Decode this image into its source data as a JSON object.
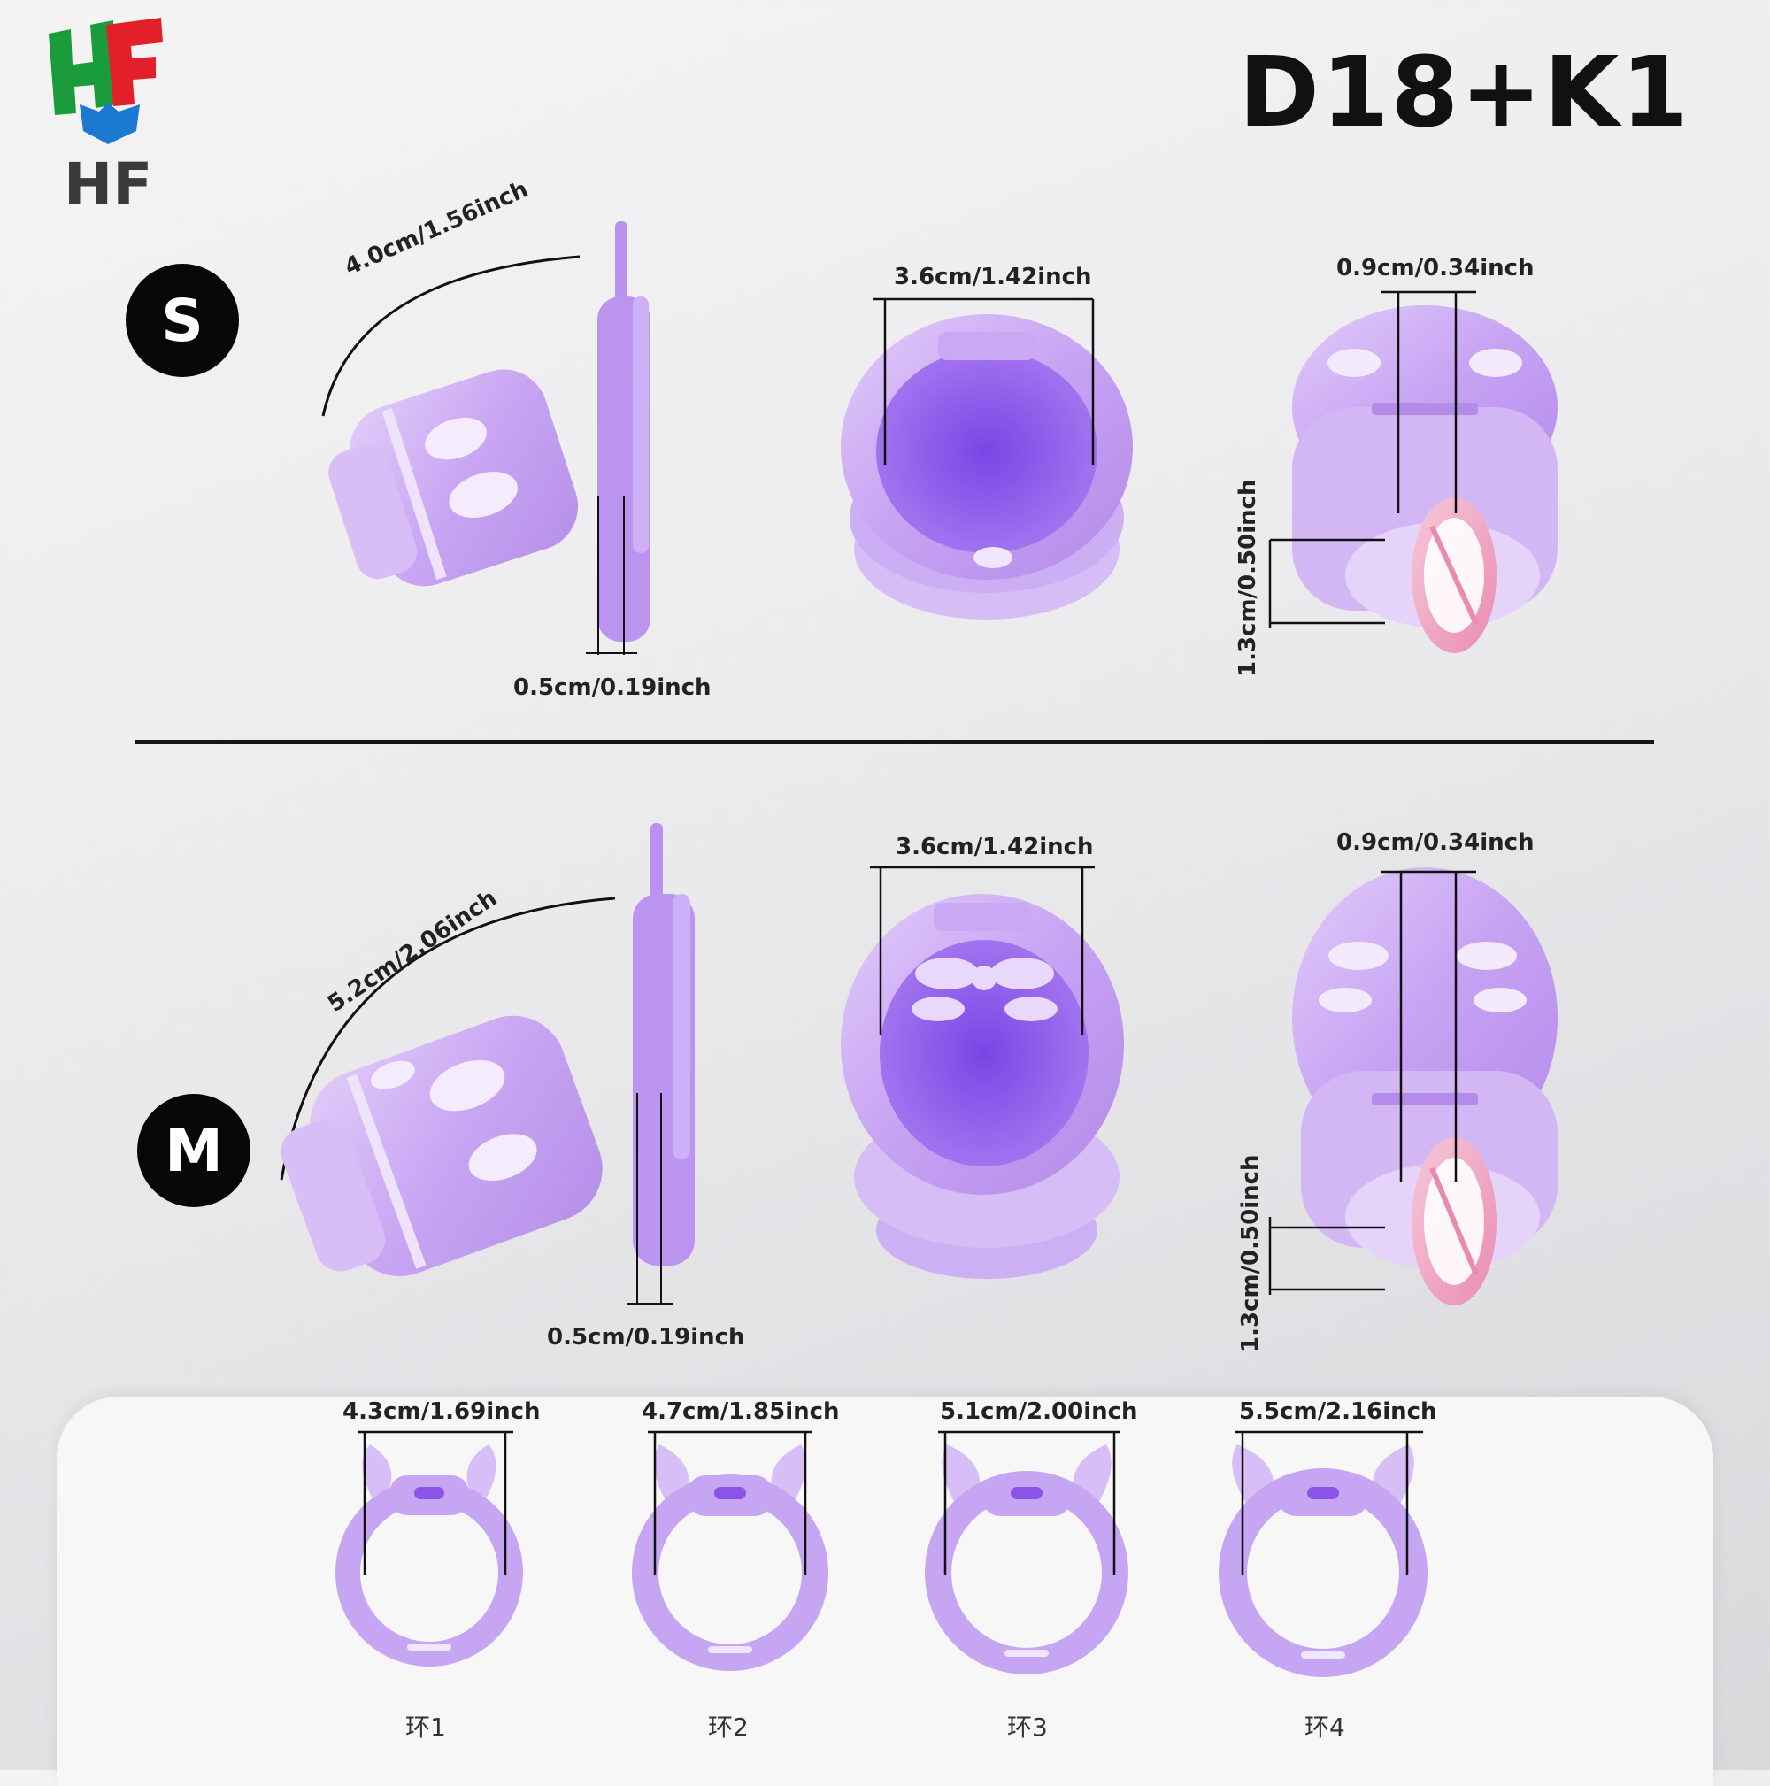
{
  "title": "D18+K1",
  "brand": {
    "name": "HF",
    "logo_icon": "hf-logo-icon"
  },
  "colors": {
    "product": "#c9a6f2",
    "product_dark": "#8b52e8",
    "badge": "#070707"
  },
  "sections": [
    {
      "size": "S",
      "length": "4.0cm/1.56inch",
      "thickness": "0.5cm/0.19inch",
      "inner_diameter": "3.6cm/1.42inch",
      "hole_width": "0.9cm/0.34inch",
      "hole_height": "1.3cm/0.50inch"
    },
    {
      "size": "M",
      "length": "5.2cm/2.06inch",
      "thickness": "0.5cm/0.19inch",
      "inner_diameter": "3.6cm/1.42inch",
      "hole_width": "0.9cm/0.34inch",
      "hole_height": "1.3cm/0.50inch"
    }
  ],
  "rings": [
    {
      "label": "环1",
      "size": "4.3cm/1.69inch"
    },
    {
      "label": "环2",
      "size": "4.7cm/1.85inch"
    },
    {
      "label": "环3",
      "size": "5.1cm/2.00inch"
    },
    {
      "label": "环4",
      "size": "5.5cm/2.16inch"
    }
  ]
}
